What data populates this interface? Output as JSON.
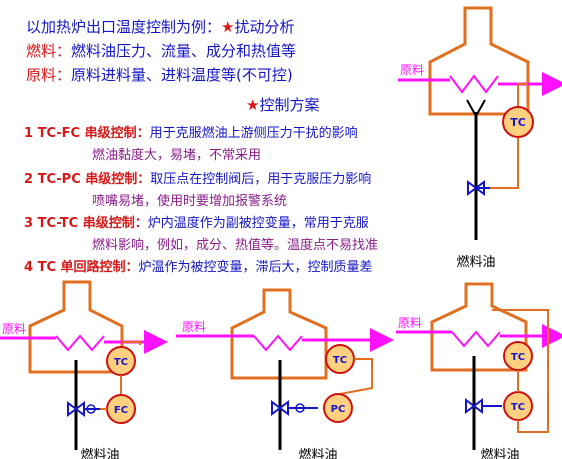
{
  "text": {
    "title_line": "以加热炉出口温度控制为例：",
    "star": "★",
    "title_action": "扰动分析",
    "fuel_label": "燃料：",
    "fuel_text": "燃料油压力、流量、成分和热值等",
    "raw_label": "原料：",
    "raw_text": "原料进料量、进料温度等(不可控)",
    "plan": "控制方案",
    "items": [
      {
        "head": "1 TC-FC 串级控制：",
        "desc1": "用于克服燃油上游侧压力干扰的影响",
        "desc2": "燃油黏度大，易堵，不常采用"
      },
      {
        "head": "2 TC-PC 串级控制：",
        "desc1": "取压点在控制阀后，用于克服压力影响",
        "desc2": "喷嘴易堵，使用时要增加报警系统"
      },
      {
        "head": "3 TC-TC 串级控制：",
        "desc1": "炉内温度作为副被控变量，常用于克服",
        "desc2": "燃料影响，例如，成分、热值等。温度点不易找准"
      },
      {
        "head": "4 TC 单回路控制：",
        "desc1": "炉温作为被控变量，滞后大，控制质量差",
        "desc2": ""
      }
    ]
  },
  "diagrams": {
    "raw_material": "原料",
    "fuel_oil": "燃料油",
    "tc": "TC",
    "fc": "FC",
    "pc": "PC"
  },
  "colors": {
    "blue_text": "#1515c8",
    "red_text": "#d81818",
    "purple_text": "#8a1f8a",
    "furnace": "#e07020",
    "magenta_flow": "#ff10ff",
    "controller_fill": "#ffd080",
    "controller_stroke": "#d01010",
    "pipe": "#000000"
  }
}
